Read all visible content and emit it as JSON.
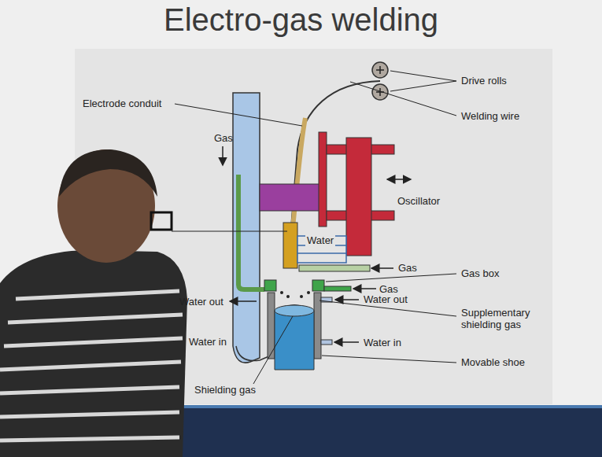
{
  "diagram": {
    "title": "Electro-gas welding",
    "labels": [
      "Drive rolls",
      "Welding wire",
      "Electrode conduit",
      "Gas",
      "Oscillator",
      "Water",
      "Gas",
      "Gas box",
      "Gas",
      "Water out",
      "Water out",
      "Supplementary shielding gas",
      "Water in",
      "Water in",
      "Movable shoe",
      "Shielding gas"
    ]
  }
}
